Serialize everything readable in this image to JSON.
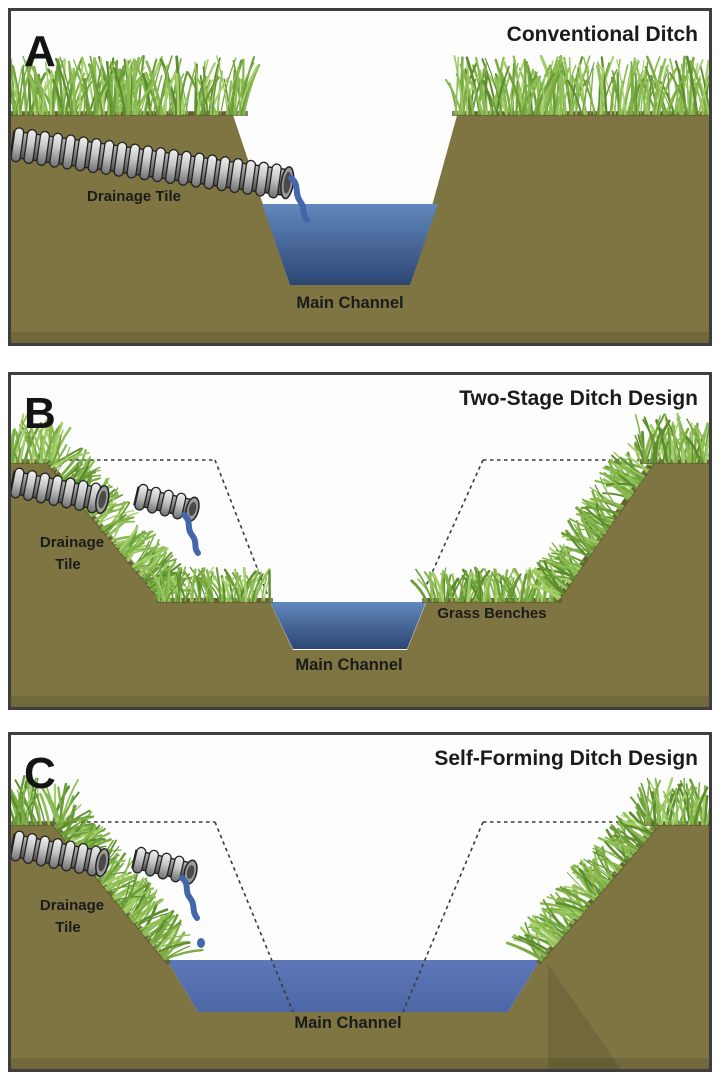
{
  "figure": {
    "panels": [
      {
        "letter": "A",
        "title": "Conventional Ditch",
        "drainage_tile_label": "Drainage Tile",
        "main_channel_label": "Main Channel"
      },
      {
        "letter": "B",
        "title": "Two-Stage Ditch Design",
        "drainage_label_line1": "Drainage",
        "drainage_label_line2": "Tile",
        "grass_benches_label": "Grass Benches",
        "main_channel_label": "Main Channel"
      },
      {
        "letter": "C",
        "title": "Self-Forming Ditch Design",
        "drainage_label_line1": "Drainage",
        "drainage_label_line2": "Tile",
        "main_channel_label": "Main Channel"
      }
    ],
    "colors": {
      "soil": "#7e7543",
      "soil_dark": "#5f582f",
      "water_top": "#6288bd",
      "water_bottom": "#2c4673",
      "water_flat_top": "#5d77b8",
      "water_flat_bottom": "#4c66a6",
      "dribble": "#4466ab",
      "pipe_light": "#f0f0f0",
      "pipe_mid": "#c6c6c6",
      "pipe_dark": "#6e6e6e",
      "grass_palette": [
        "#8fbf57",
        "#7bad43",
        "#6a9c38",
        "#a5cf6b",
        "#5d8c2e",
        "#86b84f"
      ]
    }
  }
}
